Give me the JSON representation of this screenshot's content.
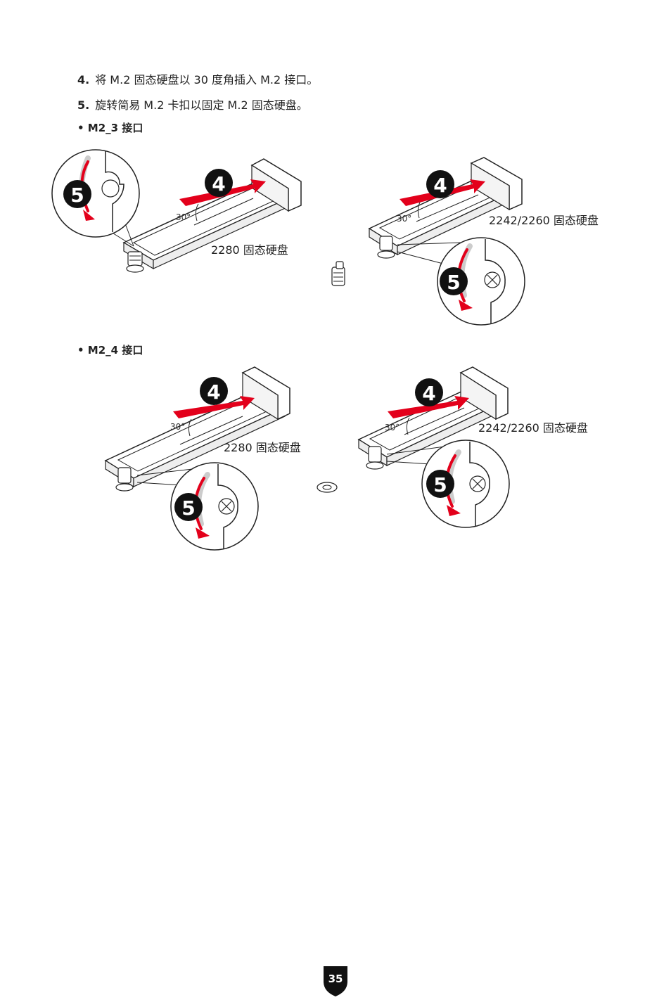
{
  "steps": [
    {
      "num": "4.",
      "text": "将 M.2 固态硬盘以 30 度角插入 M.2 接口。"
    },
    {
      "num": "5.",
      "text": "旋转简易 M.2 卡扣以固定 M.2 固态硬盘。"
    }
  ],
  "sections": [
    {
      "title": "• M2_3 接口",
      "left_label": "2280 固态硬盘",
      "right_label": "2242/2260 固态硬盘",
      "angle": "30°",
      "step_a": "4",
      "step_b": "5"
    },
    {
      "title": "• M2_4 接口",
      "left_label": "2280 固态硬盘",
      "right_label": "2242/2260 固态硬盘",
      "angle": "30°",
      "step_a": "4",
      "step_b": "5"
    }
  ],
  "page_number": "35",
  "colors": {
    "accent_red": "#e3001b",
    "badge_black": "#111111"
  }
}
